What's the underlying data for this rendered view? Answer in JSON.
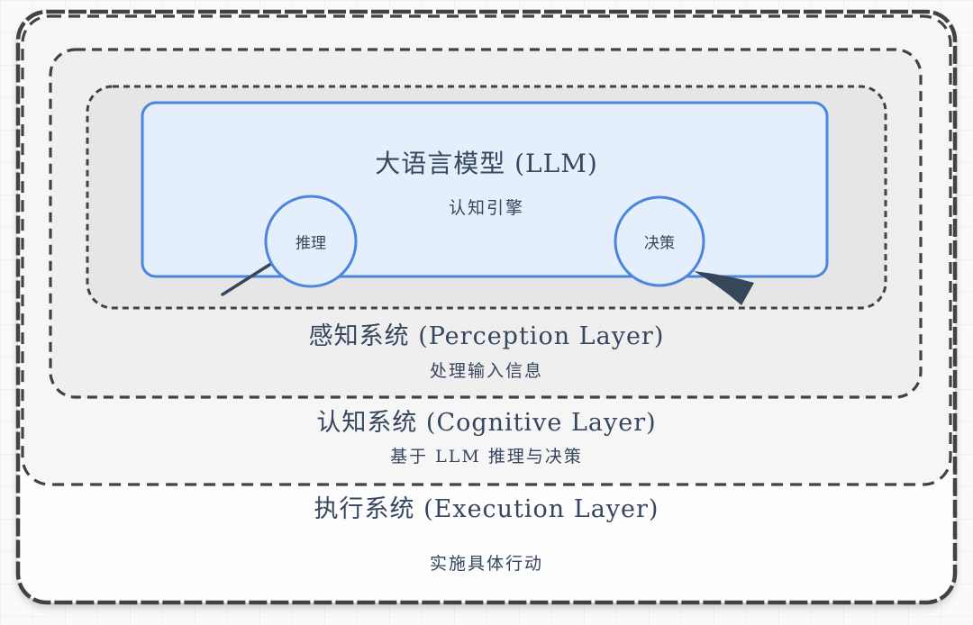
{
  "diagram": {
    "llm_box": {
      "title": "大语言模型 (LLM)",
      "subtitle": "认知引擎"
    },
    "nodes": {
      "reasoning": "推理",
      "decision": "决策"
    },
    "layers": {
      "perception": {
        "title": "感知系统 (Perception Layer)",
        "subtitle": "处理输入信息"
      },
      "cognitive": {
        "title": "认知系统 (Cognitive Layer)",
        "subtitle": "基于 LLM 推理与决策"
      },
      "execution": {
        "title": "执行系统 (Execution Layer)",
        "subtitle": "实施具体行动"
      }
    }
  },
  "colors": {
    "canvas_bg": "#fafafa",
    "outer_fill": "#fdfdfd",
    "cognitive_fill": "#f6f6f6",
    "perception_fill": "#efefef",
    "inner_group_fill": "#e6e6e6",
    "llm_fill": "#e5effc",
    "llm_stroke": "#4a86e0",
    "dash_stroke": "#424242",
    "arrow_color": "#36475a",
    "text_color": "#35465e"
  }
}
